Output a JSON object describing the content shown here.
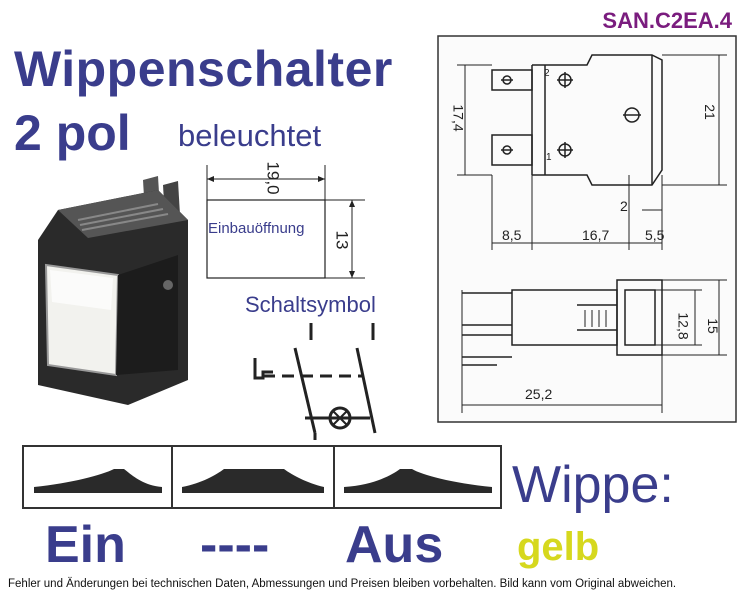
{
  "header": {
    "article_code": "SAN.C2EA.4",
    "title": "Wippenschalter",
    "subtitle": "2 pol",
    "illuminated": "beleuchtet"
  },
  "cutout": {
    "width": "19,0",
    "height": "13",
    "label": "Einbauöffnung"
  },
  "symbol": {
    "title": "Schaltsymbol"
  },
  "drawing": {
    "dim_height_body": "17,4",
    "dim_height_total": "21",
    "dim_2": "2",
    "dim_8_5": "8,5",
    "dim_16_7": "16,7",
    "dim_5_5": "5,5",
    "dim_12_8": "12,8",
    "dim_15": "15",
    "dim_25_2": "25,2",
    "terminal_2": "2",
    "terminal_1": "1"
  },
  "positions": {
    "left": "Ein",
    "middle": "----",
    "right": "Aus"
  },
  "rocker": {
    "label": "Wippe:",
    "color_name": "gelb",
    "color": "#d6d81e"
  },
  "footer": {
    "disclaimer": "Fehler und Änderungen bei technischen Daten, Abmessungen und Preisen bleiben vorbehalten. Bild kann vom Original abweichen."
  },
  "colors": {
    "title": "#3a3d8c",
    "code": "#7a1c7e"
  }
}
